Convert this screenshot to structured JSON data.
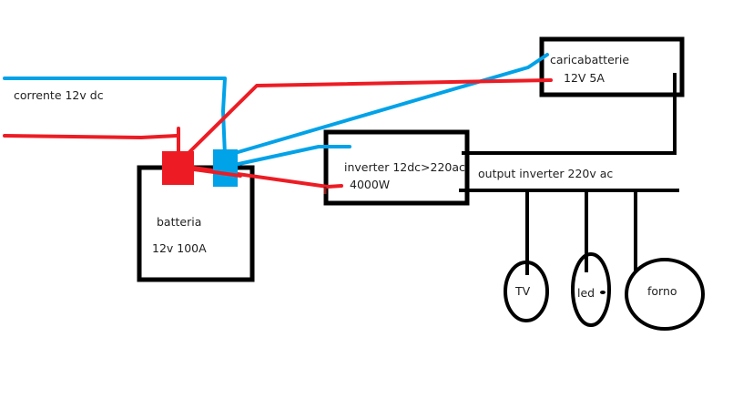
{
  "diagram": {
    "title": "",
    "colors": {
      "positive": "#ed1c24",
      "negative": "#00a2e8",
      "ac_line": "#000000",
      "background": "#ffffff"
    },
    "labels": {
      "input": "corrente 12v dc",
      "battery_name": "batteria",
      "battery_spec": "12v 100A",
      "charger_name": "caricabatterie",
      "charger_spec": "12V 5A",
      "inverter_name": "inverter 12dc>220ac",
      "inverter_spec": "4000W",
      "output_bus": "output inverter 220v ac",
      "load_tv": "TV",
      "load_led": "led",
      "load_oven": "forno"
    },
    "nodes": [
      {
        "id": "input",
        "label": "corrente 12v dc"
      },
      {
        "id": "battery",
        "label": "batteria",
        "spec": "12v 100A"
      },
      {
        "id": "charger",
        "label": "caricabatterie",
        "spec": "12V 5A"
      },
      {
        "id": "inverter",
        "label": "inverter 12dc>220ac",
        "spec": "4000W"
      },
      {
        "id": "load-tv",
        "label": "TV"
      },
      {
        "id": "load-led",
        "label": "led"
      },
      {
        "id": "load-oven",
        "label": "forno"
      }
    ],
    "edges": [
      {
        "from": "input",
        "to": "battery",
        "polarity": "positive"
      },
      {
        "from": "input",
        "to": "battery",
        "polarity": "negative"
      },
      {
        "from": "battery",
        "to": "charger",
        "polarity": "positive"
      },
      {
        "from": "battery",
        "to": "charger",
        "polarity": "negative"
      },
      {
        "from": "battery",
        "to": "inverter",
        "polarity": "positive"
      },
      {
        "from": "battery",
        "to": "inverter",
        "polarity": "negative"
      },
      {
        "from": "charger",
        "to": "inverter",
        "polarity": "ac"
      },
      {
        "from": "inverter",
        "to": "load-tv",
        "polarity": "ac"
      },
      {
        "from": "inverter",
        "to": "load-led",
        "polarity": "ac"
      },
      {
        "from": "inverter",
        "to": "load-oven",
        "polarity": "ac"
      }
    ]
  }
}
